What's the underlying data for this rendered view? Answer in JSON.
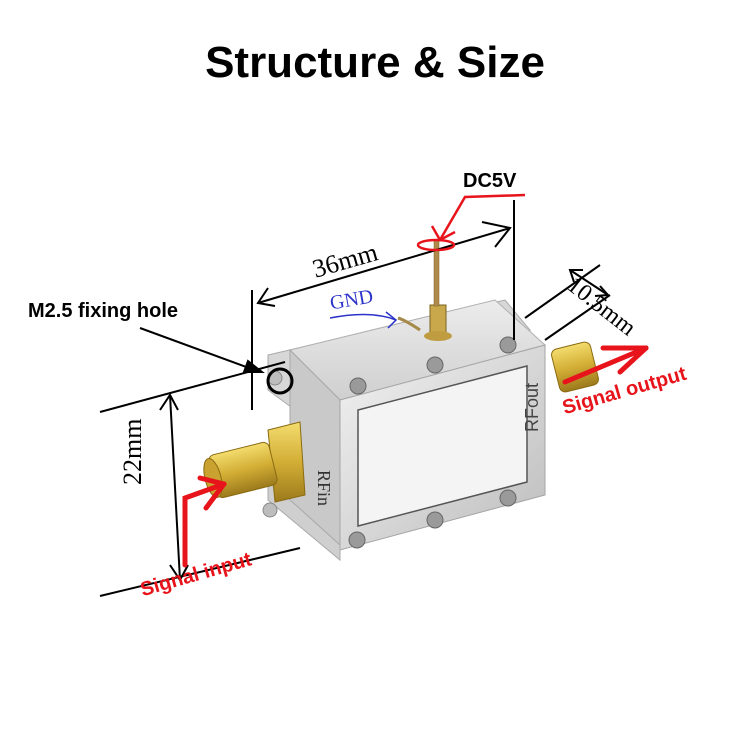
{
  "title": "Structure & Size",
  "labels": {
    "dc5v": "DC5V",
    "length": "36mm",
    "gnd": "GND",
    "depth": "10.5mm",
    "fixing_hole": "M2.5 fixing hole",
    "height": "22mm",
    "signal_input": "Signal input",
    "signal_output": "Signal output",
    "rf_in": "RFin",
    "rf_out": "RFout"
  },
  "colors": {
    "annotation_red": "#e8141b",
    "gnd_blue": "#2b33c9",
    "dimension_black": "#000000",
    "housing_silver": "#d9d9d9",
    "connector_gold": "#d6b43c"
  }
}
